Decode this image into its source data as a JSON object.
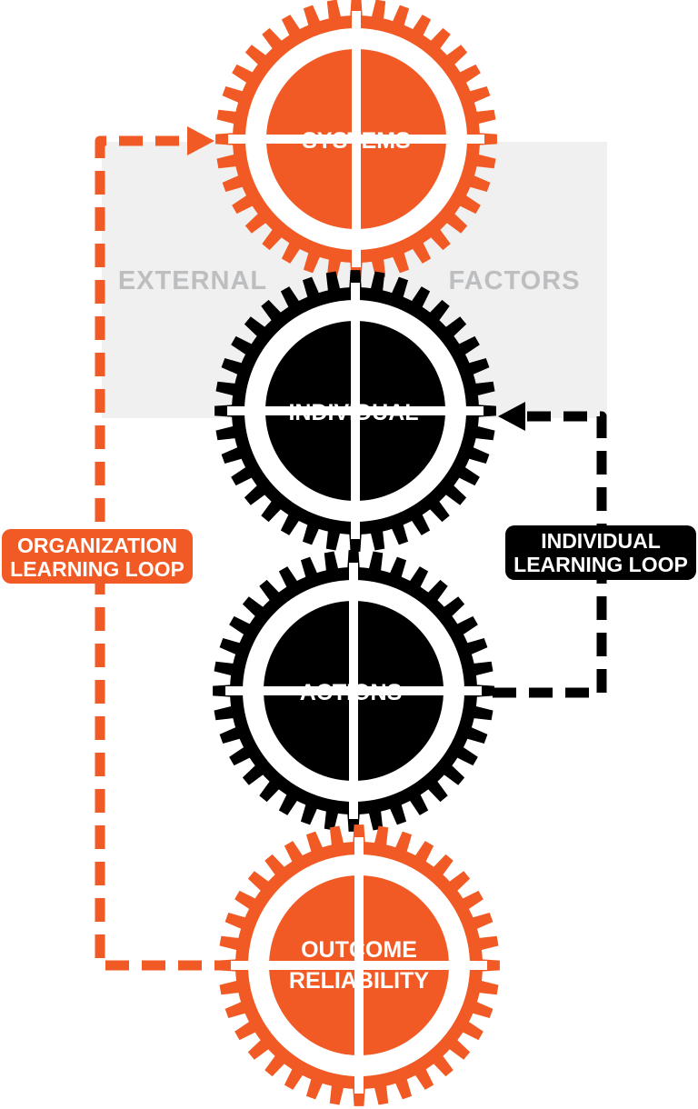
{
  "external_factors": {
    "left": "EXTERNAL",
    "right": "FACTORS"
  },
  "gears": {
    "systems": {
      "label": "SYSTEMS",
      "color": "#f15a24"
    },
    "individual": {
      "label": "INDIVIDUAL",
      "color": "#000000"
    },
    "actions": {
      "label": "ACTIONS",
      "color": "#000000"
    },
    "outcome": {
      "line1": "OUTCOME",
      "line2": "RELIABILITY",
      "color": "#f15a24"
    }
  },
  "loops": {
    "organization": {
      "line1": "ORGANIZATION",
      "line2": "LEARNING LOOP",
      "color": "#f15a24"
    },
    "individual": {
      "line1": "INDIVIDUAL",
      "line2": "LEARNING LOOP",
      "color": "#000000"
    }
  },
  "colors": {
    "accent": "#f15a24",
    "dark": "#000000",
    "panel": "#f0f0f0",
    "panel_text": "#bdbec0"
  }
}
